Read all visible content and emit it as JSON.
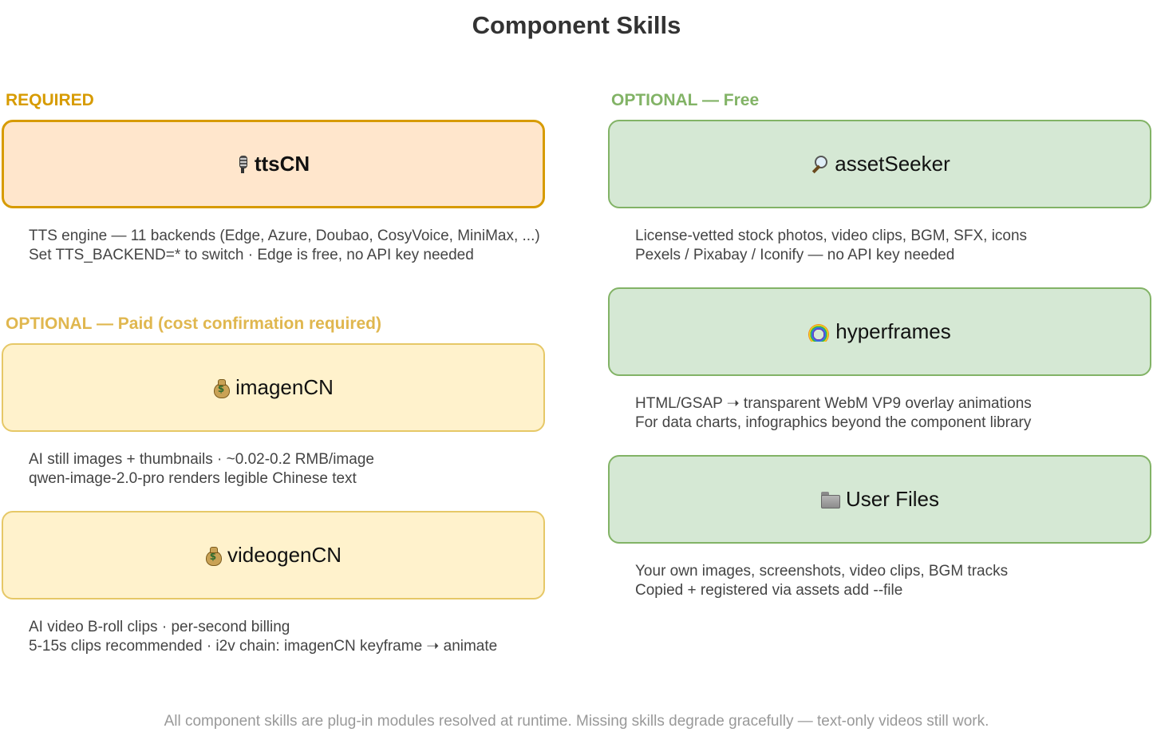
{
  "title": "Component Skills",
  "sections": {
    "required": "REQUIRED",
    "paid": "OPTIONAL — Paid (cost confirmation required)",
    "free": "OPTIONAL — Free"
  },
  "skills": {
    "ttsCN": {
      "name": "ttsCN",
      "icon": "microphone-icon",
      "desc": [
        "TTS engine — 11 backends (Edge, Azure, Doubao, CosyVoice, MiniMax, ...)",
        "Set TTS_BACKEND=* to switch · Edge is free, no API key needed"
      ]
    },
    "imagenCN": {
      "name": "imagenCN",
      "icon": "money-bag-icon",
      "desc": [
        "AI still images + thumbnails · ~0.02-0.2 RMB/image",
        "qwen-image-2.0-pro renders legible Chinese text"
      ]
    },
    "videogenCN": {
      "name": "videogenCN",
      "icon": "money-bag-icon",
      "desc": [
        "AI video B-roll clips · per-second billing",
        "5-15s clips recommended · i2v chain: imagenCN keyframe ➝ animate"
      ]
    },
    "assetSeeker": {
      "name": "assetSeeker",
      "icon": "magnifier-icon",
      "desc": [
        "License-vetted stock photos, video clips, BGM, SFX, icons",
        "Pexels / Pixabay / Iconify — no API key needed"
      ]
    },
    "hyperframes": {
      "name": "hyperframes",
      "icon": "rainbow-icon",
      "desc": [
        "HTML/GSAP ➝ transparent WebM VP9 overlay animations",
        "For data charts, infographics beyond the component library"
      ]
    },
    "userFiles": {
      "name": "User Files",
      "icon": "folder-icon",
      "desc": [
        "Your own images, screenshots, video clips, BGM tracks",
        "Copied + registered via assets add --file"
      ]
    }
  },
  "footer": "All component skills are plug-in modules resolved at runtime. Missing skills degrade gracefully — text-only videos still work.",
  "colors": {
    "required_fill": "#ffe6cc",
    "required_stroke": "#d79b00",
    "paid_fill": "#fff2cc",
    "paid_stroke": "#e6c867",
    "free_fill": "#d5e8d4",
    "free_stroke": "#82b366"
  }
}
